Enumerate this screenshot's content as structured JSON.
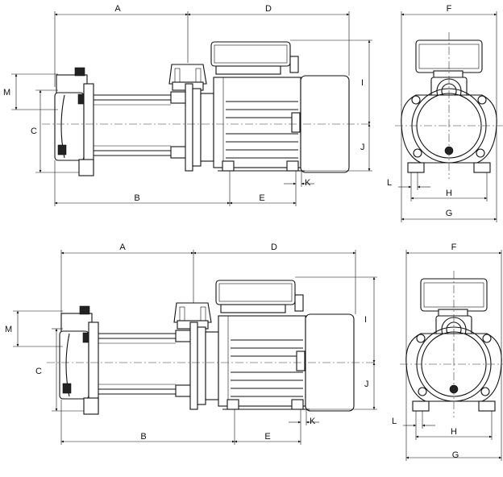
{
  "labels": {
    "A": "A",
    "B": "B",
    "C": "C",
    "D": "D",
    "E": "E",
    "F": "F",
    "G": "G",
    "H": "H",
    "I": "I",
    "J": "J",
    "K": "K",
    "L": "L",
    "M": "M"
  }
}
